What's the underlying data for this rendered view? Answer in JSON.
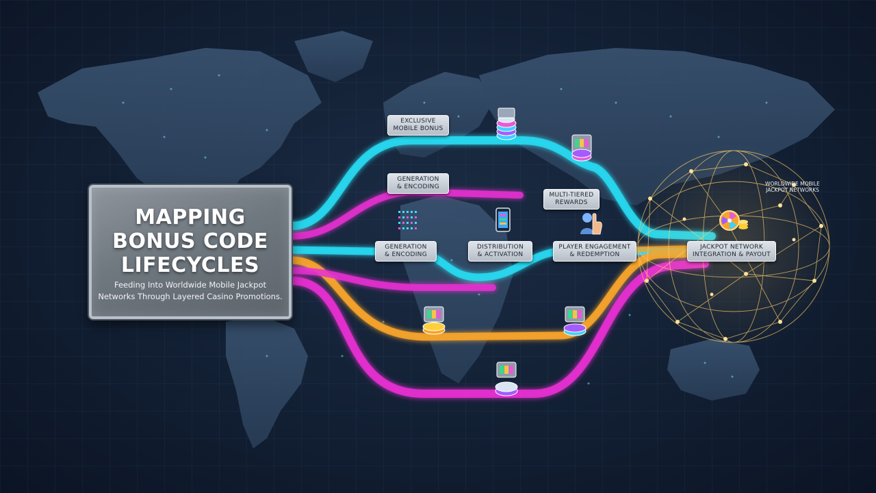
{
  "title": {
    "lines": [
      "MAPPING",
      "BONUS CODE",
      "LIFECYCLES"
    ],
    "subtitle_lines": [
      "Feeding Into Worldwide Mobile Jackpot",
      "Networks Through Layered Casino Promotions."
    ]
  },
  "labels": {
    "exclusive": [
      "EXCLUSIVE",
      "MOBILE BONUS"
    ],
    "gen_top": [
      "GENERATION",
      "& ENCODING"
    ],
    "multi_tiered": [
      "MULTI-TIERED",
      "REWARDS"
    ],
    "gen_mid": [
      "GENERATION",
      "& ENCODING"
    ],
    "distribution": [
      "DISTRIBUTION",
      "& ACTIVATION"
    ],
    "engagement": [
      "PLAYER ENGAGEMENT",
      "& REDEMPTION"
    ],
    "jackpot": [
      "JACKPOT NETWORK",
      "INTEGRATION & PAYOUT"
    ],
    "globe": [
      "WORLDWIDE MOBILE",
      "JACKPOT NETWORKS"
    ]
  },
  "colors": {
    "cyan": "#27d8f0",
    "magenta": "#e52fd0",
    "orange": "#f7a42a",
    "gold": "#ffcf6a",
    "background": "#121f33"
  },
  "icons": [
    "casino-chip-stack-icon",
    "slot-machine-icon",
    "binary-code-icon",
    "smartphone-icon",
    "player-hand-icon",
    "jackpot-wheel-icon"
  ]
}
